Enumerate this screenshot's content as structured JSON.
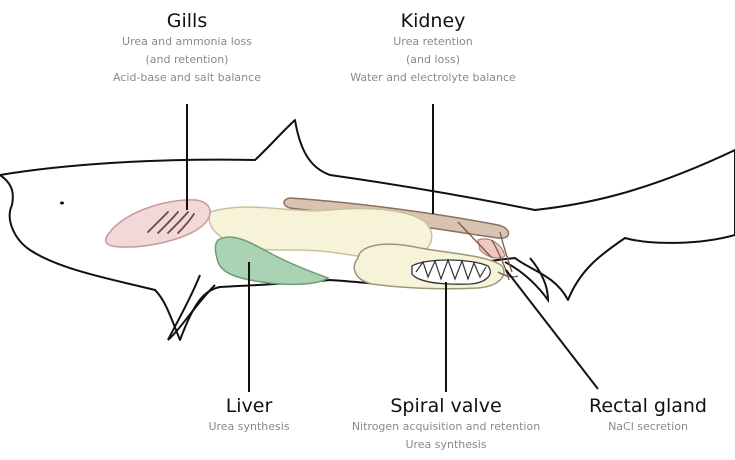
{
  "organs": {
    "gills": {
      "title": "Gills",
      "lines": [
        "Urea and ammonia loss",
        "(and retention)",
        "Acid-base and salt balance"
      ]
    },
    "kidney": {
      "title": "Kidney",
      "lines": [
        "Urea retention",
        "(and loss)",
        "Water and electrolyte balance"
      ]
    },
    "liver": {
      "title": "Liver",
      "lines": [
        "Urea synthesis"
      ]
    },
    "spiral_valve": {
      "title": "Spiral valve",
      "lines": [
        "Nitrogen acquisition and retention",
        "Urea synthesis"
      ]
    },
    "rectal_gland": {
      "title": "Rectal gland",
      "lines": [
        "NaCl secretion"
      ]
    }
  },
  "colors": {
    "gills": "#f2d8d8",
    "kidney": "#d8c2b0",
    "liver": "#a9d3b2",
    "gut": "#f6f3d9",
    "rectal_gland": "#f0c8c0",
    "outline": "#111111",
    "description_text": "#8a8a8a"
  }
}
